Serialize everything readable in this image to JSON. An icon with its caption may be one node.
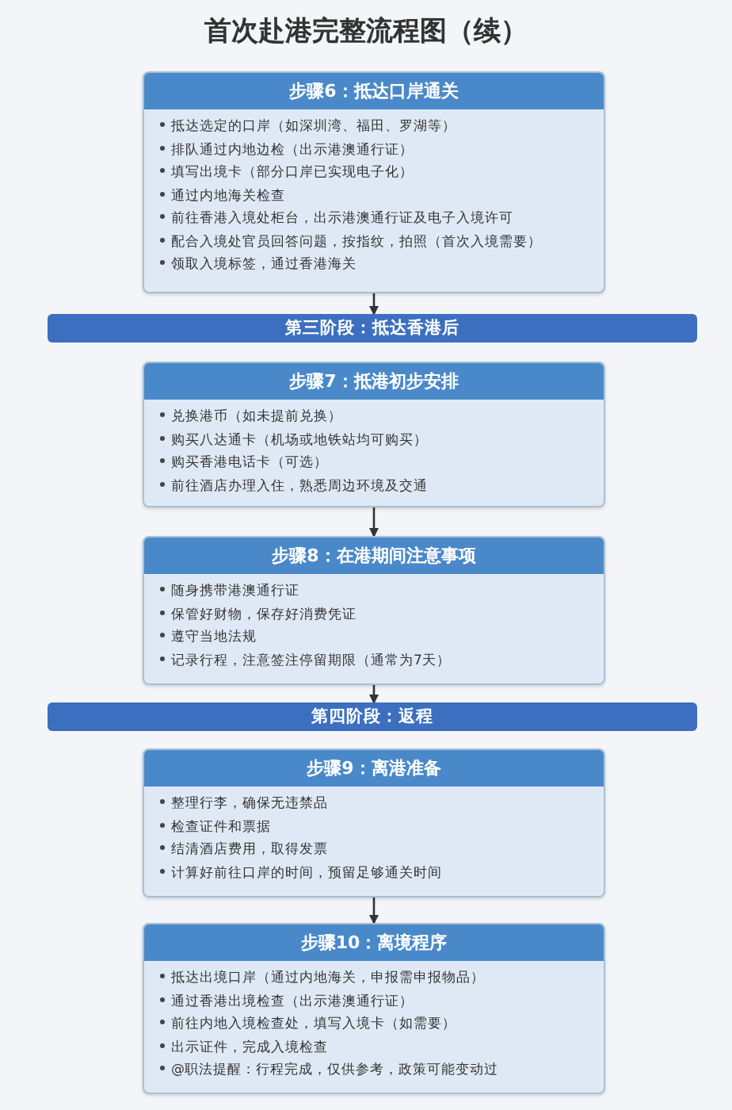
{
  "diagram": {
    "title": "首次赴港完整流程图（续）",
    "nodes": [
      {
        "text": [
          "步骤6：抵达口岸通关",
          "抵达选定的口岸（如深圳湾、福田、罗湖等）",
          "排队通过内地边检（出示港澳通行证）",
          "填写出境卡（部分口岸已实现电子化）",
          "通过内地海关检查",
          "前往香港入境处柜台，出示港澳通行证及电子入境许可",
          "配合入境处官员回答问题，按指纹，拍照（首次入境需要）",
          "领取入境标签，通过香港海关"
        ]
      },
      {
        "text": [
          "第三阶段：抵达香港后"
        ]
      },
      {
        "text": [
          "步骤7：抵港初步安排",
          "兑换港币（如未提前兑换）",
          "购买八达通卡（机场或地铁站均可购买）",
          "购买香港电话卡（可选）",
          "前往酒店办理入住，熟悉周边环境及交通"
        ]
      },
      {
        "text": [
          "步骤8：在港期间注意事项",
          "随身携带港澳通行证",
          "保管好财物，保存好消费凭证",
          "遵守当地法规",
          "记录行程，注意签注停留期限（通常为7天）"
        ]
      },
      {
        "text": [
          "第四阶段：返程"
        ]
      },
      {
        "text": [
          "步骤9：离港准备",
          "整理行李，确保无违禁品",
          "检查证件和票据",
          "结清酒店费用，取得发票",
          "计算好前往口岸的时间，预留足够通关时间"
        ]
      },
      {
        "text": [
          "步骤10：离境程序",
          "抵达出境口岸（通过内地海关，申报需申报物品）",
          "通过香港出境检查（出示港澳通行证）",
          "前往内地入境检查处，填写入境卡（如需要）",
          "出示证件，完成入境检查",
          "@职法提醒：行程完成，仅供参考，政策可能变动过"
        ]
      }
    ],
    "edges": [
      {
        "from": 0,
        "to": 1,
        "arrow": "to"
      },
      {
        "from": 2,
        "to": 3,
        "arrow": "to"
      },
      {
        "from": 3,
        "to": 4,
        "arrow": "to"
      },
      {
        "from": 5,
        "to": 6,
        "arrow": "to"
      }
    ]
  }
}
